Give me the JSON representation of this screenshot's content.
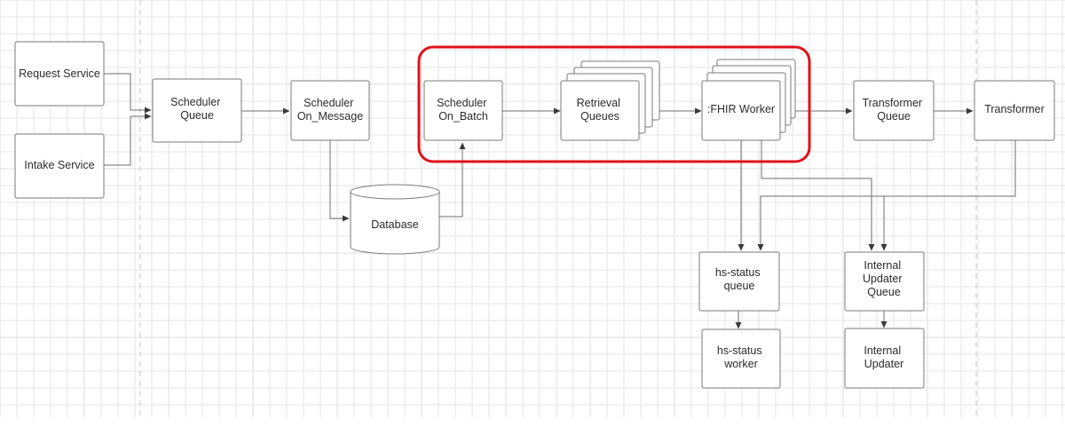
{
  "highlight_color": "#e0101a",
  "nodes": {
    "request_service": "Request Service",
    "intake_service": "Intake Service",
    "scheduler_queue": [
      "Scheduler",
      "Queue"
    ],
    "scheduler_on_message": [
      "Scheduler",
      "On_Message"
    ],
    "database": "Database",
    "scheduler_on_batch": [
      "Scheduler",
      "On_Batch"
    ],
    "retrieval_queues": [
      "Retrieval",
      "Queues"
    ],
    "fhir_worker": ":FHIR Worker",
    "transformer_queue": [
      "Transformer",
      "Queue"
    ],
    "transformer": "Transformer",
    "hs_status_queue": [
      "hs-status",
      "queue"
    ],
    "hs_status_worker": [
      "hs-status",
      "worker"
    ],
    "internal_updater_queue": [
      "Internal",
      "Updater",
      "Queue"
    ],
    "internal_updater": [
      "Internal",
      "Updater"
    ]
  }
}
